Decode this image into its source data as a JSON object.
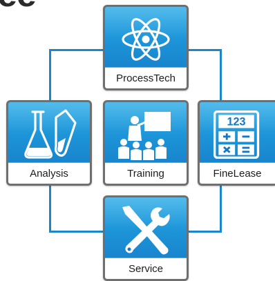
{
  "header": {
    "title_fragment": "ee"
  },
  "tiles": {
    "processtech": {
      "label": "ProcessTech",
      "icon": "atom-icon"
    },
    "analysis": {
      "label": "Analysis",
      "icon": "lab-flask-icon"
    },
    "training": {
      "label": "Training",
      "icon": "classroom-presentation-icon"
    },
    "finelease": {
      "label": "FineLease",
      "icon": "calculator-icon",
      "display_digits": "123"
    },
    "service": {
      "label": "Service",
      "icon": "wrench-screwdriver-icon"
    }
  },
  "colors": {
    "tile_blue_top": "#24a8e6",
    "tile_blue_bottom": "#1478c4",
    "connector": "#1a86cc",
    "tile_border": "#6f6f6f",
    "label_background": "#ffffff"
  }
}
